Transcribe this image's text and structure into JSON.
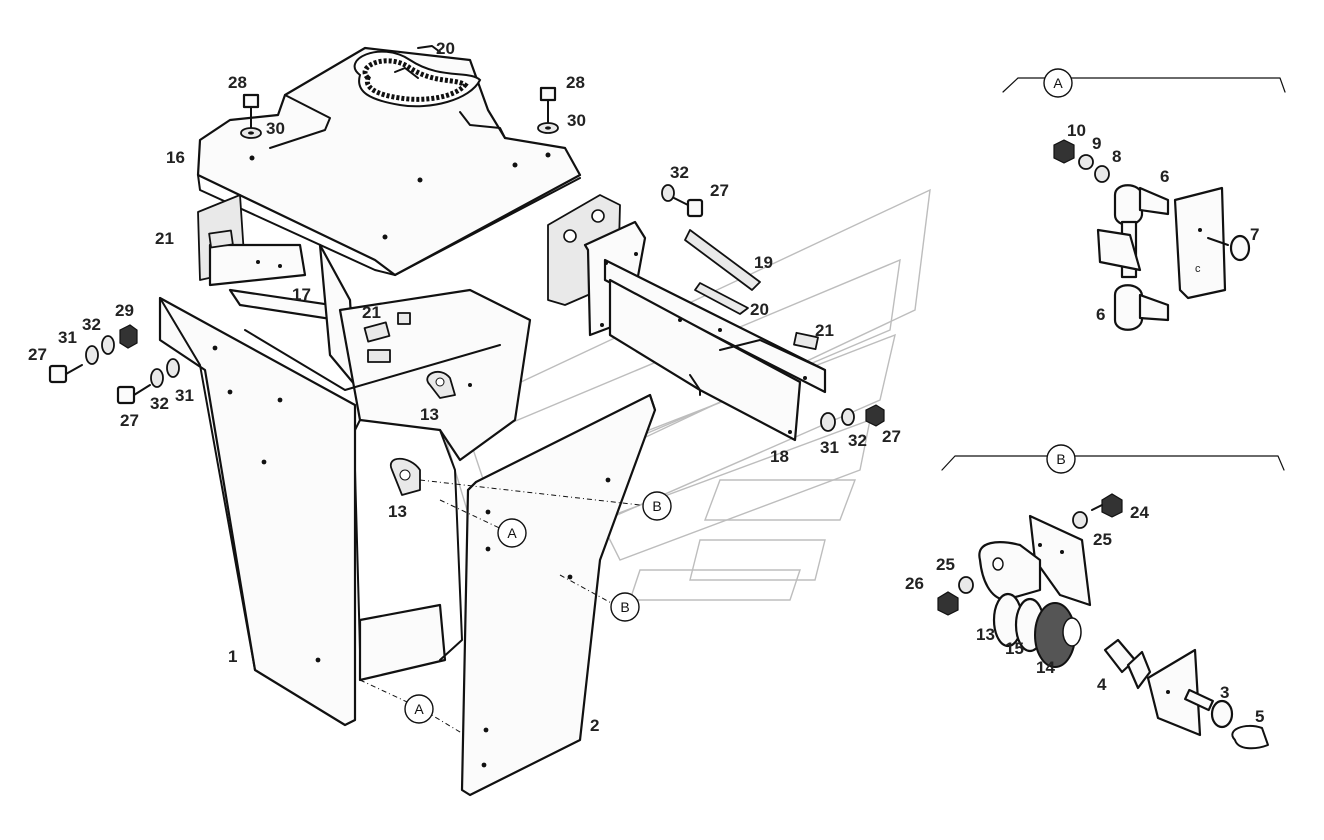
{
  "diagram": {
    "callouts": {
      "n1": "1",
      "n2": "2",
      "n3": "3",
      "n4": "4",
      "n5": "5",
      "n6a": "6",
      "n6b": "6",
      "n7": "7",
      "n8": "8",
      "n9": "9",
      "n10": "10",
      "n13a": "13",
      "n13b": "13",
      "n13c": "13",
      "n14": "14",
      "n15": "15",
      "n16": "16",
      "n17": "17",
      "n18": "18",
      "n19": "19",
      "n20a": "20",
      "n20b": "20",
      "n21a": "21",
      "n21b": "21",
      "n21c": "21",
      "n24": "24",
      "n25a": "25",
      "n25b": "25",
      "n26": "26",
      "n27a": "27",
      "n27b": "27",
      "n27c": "27",
      "n27d": "27",
      "n28a": "28",
      "n28b": "28",
      "n29": "29",
      "n30a": "30",
      "n30b": "30",
      "n31a": "31",
      "n31b": "31",
      "n31c": "31",
      "n32a": "32",
      "n32b": "32",
      "n32c": "32",
      "n32d": "32"
    },
    "detail_refs": {
      "a_main_1": "A",
      "a_main_2": "A",
      "a_header": "A",
      "b_main_1": "B",
      "b_main_2": "B",
      "b_header": "B"
    }
  }
}
